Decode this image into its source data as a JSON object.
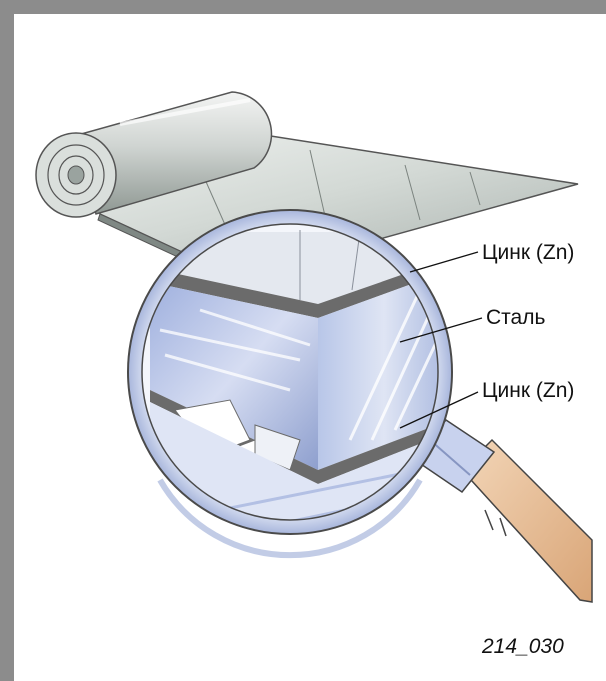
{
  "labels": {
    "zinc_top": "Цинк (Zn)",
    "steel": "Сталь",
    "zinc_bottom": "Цинк (Zn)"
  },
  "figure_id": "214_030",
  "colors": {
    "frame": "#8c8c8c",
    "sheet": "#d4d9d6",
    "steel_face": "#b9c4e6",
    "zinc_edge": "#6b6b6b",
    "handle": "#e8c09a",
    "lens_rim": "#c9d3ee"
  }
}
